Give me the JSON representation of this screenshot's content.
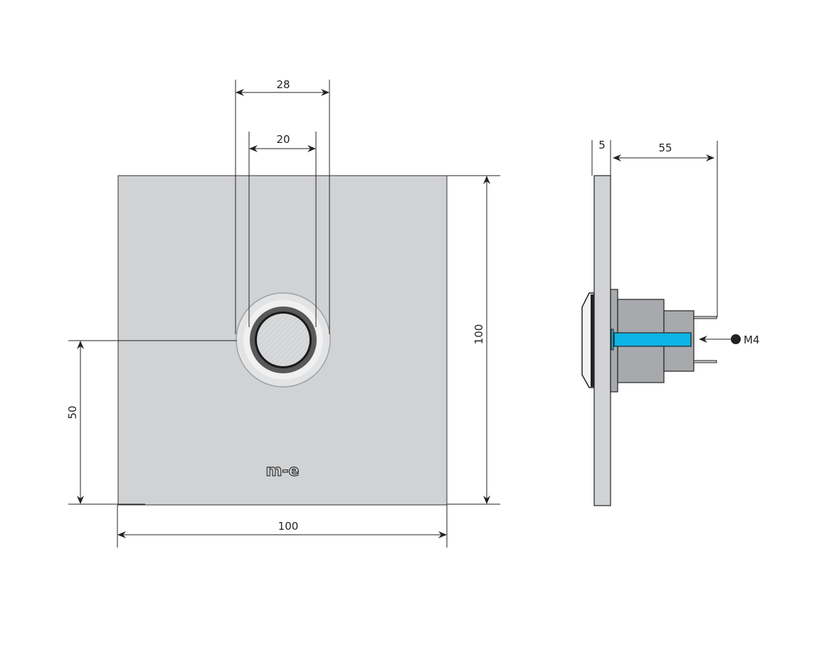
{
  "front_view": {
    "dimensions": {
      "bezel_outer_diameter": "28",
      "button_diameter": "20",
      "plate_width": "100",
      "plate_height": "100",
      "button_center_height": "50"
    },
    "logo_text": "m-e"
  },
  "side_view": {
    "dimensions": {
      "plate_thickness": "5",
      "body_depth": "55"
    },
    "callout_label": "M4"
  },
  "colors": {
    "plate": "#d1d2d4",
    "body": "#a7a9ac",
    "screw": "#0db4e6",
    "ring_dark": "#58595b",
    "outline": "#222222"
  }
}
